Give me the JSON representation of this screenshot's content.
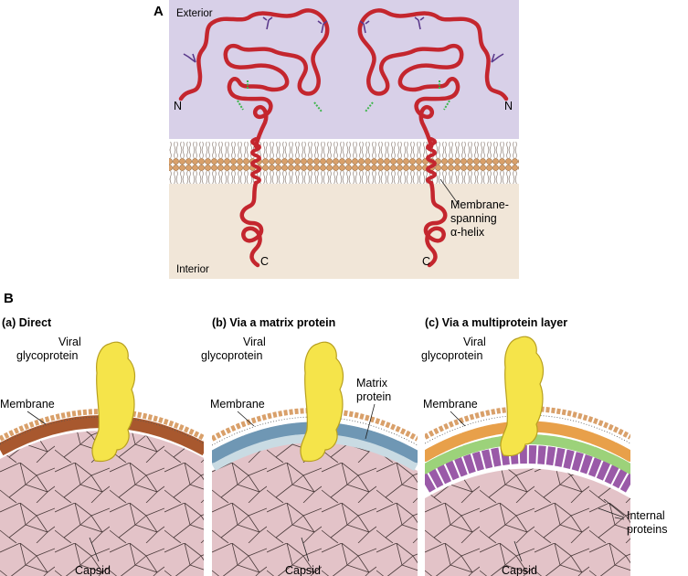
{
  "panel_a": {
    "letter": "A",
    "exterior_label": "Exterior",
    "interior_label": "Interior",
    "n_terminus": "N",
    "c_terminus": "C",
    "helix_label_1": "Membrane-",
    "helix_label_2": "spanning",
    "helix_label_3": "α-helix",
    "colors": {
      "exterior": "#d8d0e8",
      "interior": "#f1e6d8",
      "chain": "#c4262e",
      "disulfide": "#3cb54a",
      "glycan": "#5b3a8c",
      "lipid_head": "#d9a06a"
    }
  },
  "panel_b": {
    "letter": "B",
    "subpanels": [
      {
        "title": "(a) Direct",
        "glyco_1": "Viral",
        "glyco_2": "glycoprotein",
        "membrane": "Membrane",
        "capsid": "Capsid"
      },
      {
        "title": "(b) Via a matrix protein",
        "glyco_1": "Viral",
        "glyco_2": "glycoprotein",
        "membrane": "Membrane",
        "capsid": "Capsid",
        "matrix_1": "Matrix",
        "matrix_2": "protein"
      },
      {
        "title": "(c) Via a multiprotein layer",
        "glyco_1": "Viral",
        "glyco_2": "glycoprotein",
        "membrane": "Membrane",
        "capsid": "Capsid",
        "internal_1": "Internal",
        "internal_2": "proteins"
      }
    ],
    "colors": {
      "glycoprotein": "#f5e44a",
      "capsid": "#e3c3c8",
      "inner_leaflet": "#a8582e",
      "matrix": "#6f97b4",
      "matrix_band": "#c9dbe3",
      "layer_orange": "#e8a04a",
      "layer_green": "#9cd27a",
      "layer_purple": "#9a5aa8"
    }
  }
}
